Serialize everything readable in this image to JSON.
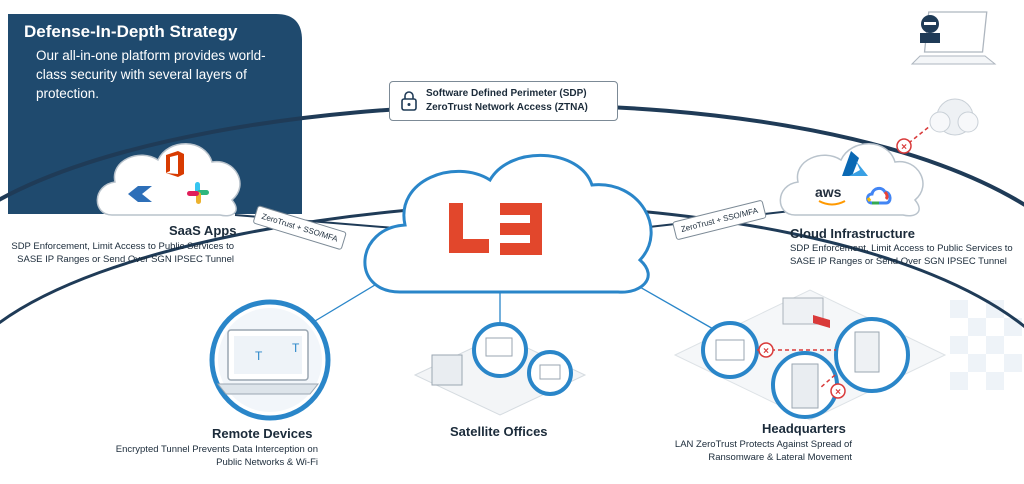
{
  "header": {
    "title": "Defense-In-Depth Strategy",
    "subtitle": "Our all-in-one platform provides world-class security with several layers of protection."
  },
  "sdp": {
    "line1": "Software Defined Perimeter (SDP)",
    "line2": "ZeroTrust Network Access (ZTNA)"
  },
  "connectors": {
    "left_tag": "ZeroTrust + SSO/MFA",
    "right_tag": "ZeroTrust + SSO/MFA"
  },
  "hub": {
    "logo_text": "L3"
  },
  "nodes": {
    "saas": {
      "title": "SaaS Apps",
      "desc_line1": "SDP Enforcement, Limit Access to Public Services to",
      "desc_line2": "SASE IP Ranges or Send Over SGN IPSEC Tunnel"
    },
    "cloud": {
      "title": "Cloud Infrastructure",
      "aws_label": "aws",
      "desc_line1": "SDP Enforcement, Limit Access to Public Services to",
      "desc_line2": "SASE IP Ranges or Send Over SGN IPSEC Tunnel"
    },
    "remote": {
      "title": "Remote Devices",
      "desc_line1": "Encrypted Tunnel Prevents Data Interception on",
      "desc_line2": "Public Networks & Wi-Fi"
    },
    "satellite": {
      "title": "Satellite Offices"
    },
    "hq": {
      "title": "Headquarters",
      "desc_line1": "LAN ZeroTrust Protects Against Spread of",
      "desc_line2": "Ransomware & Lateral Movement"
    }
  },
  "colors": {
    "navy": "#1f4a6e",
    "ring": "#1f3b57",
    "accent_blue": "#2a86c9",
    "logo_red": "#e2472c",
    "block_red": "#d93a3a"
  },
  "icons": [
    "office-icon",
    "kinsta-icon",
    "slack-icon",
    "azure-icon",
    "gcp-icon",
    "lock-icon",
    "hacker-icon",
    "block-icon"
  ]
}
